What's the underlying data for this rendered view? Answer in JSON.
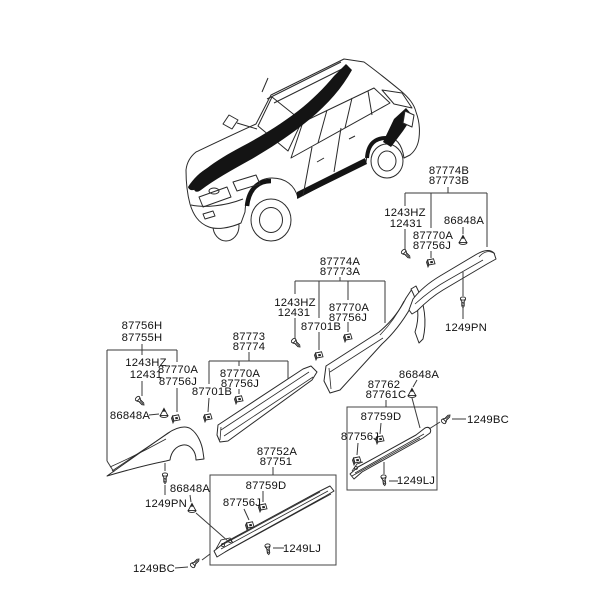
{
  "colors": {
    "background": "#ffffff",
    "line": "#2a2a2a",
    "text": "#111111",
    "art_black": "#141414"
  },
  "icons": {
    "screw": "screw-icon",
    "clip": "retainer-clip-icon",
    "grommet": "grommet-clip-icon"
  },
  "groups": {
    "front_fender_garnish": {
      "part_codes": [
        "87756H",
        "87755H"
      ],
      "fastener_1243": [
        "1243HZ",
        "12431"
      ],
      "clip_codes": [
        "87770A",
        "87756J"
      ],
      "grommet": "86848A",
      "screw": "1249PN",
      "grommet2": "86848A"
    },
    "front_door_moulding": {
      "part_codes": [
        "87773",
        "87774"
      ],
      "clip_codes": [
        "87770A",
        "87756J"
      ],
      "retainer": "87701B"
    },
    "rear_door_garnish": {
      "part_codes": [
        "87774A",
        "87773A"
      ],
      "fastener_1243": [
        "1243HZ",
        "12431"
      ],
      "clip_codes": [
        "87770A",
        "87756J"
      ],
      "retainer": "87701B"
    },
    "rear_quarter_garnish": {
      "part_codes": [
        "87774B",
        "87773B"
      ],
      "fastener_1243": [
        "1243HZ",
        "12431"
      ],
      "clip_codes": [
        "87770A",
        "87756J"
      ],
      "grommet": "86848A",
      "screw": "1249PN"
    },
    "side_sill_moulding": {
      "part_codes": [
        "87752A",
        "87751"
      ],
      "clip_a": "87759D",
      "clip_b": "87756J",
      "screw": "1249LJ",
      "screw2": "1249BC"
    },
    "side_sill_garnish": {
      "grommet": "86848A",
      "part_codes": [
        "87762",
        "87761C"
      ],
      "clip_a": "87759D",
      "clip_b": "87756J",
      "screw2": "1249BC",
      "screw": "1249LJ"
    }
  }
}
